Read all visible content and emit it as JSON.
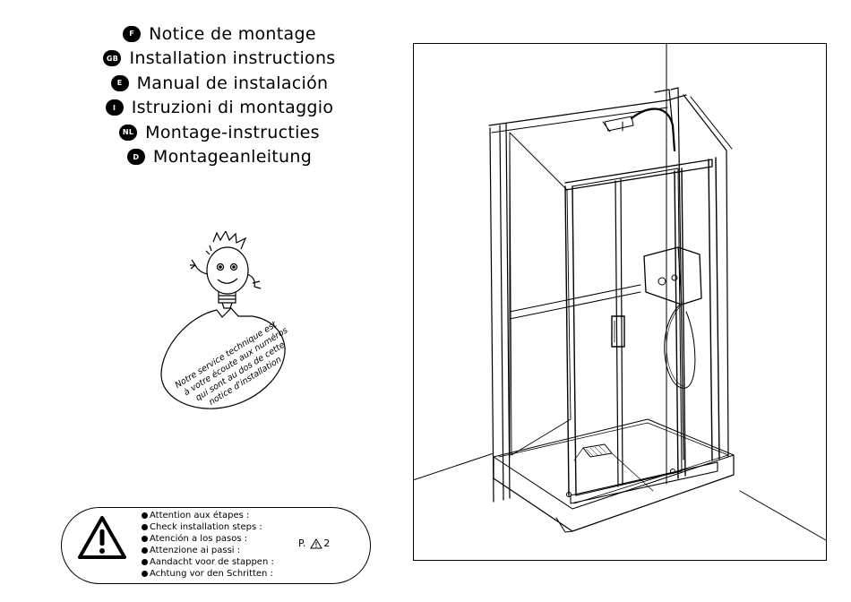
{
  "titles": [
    {
      "code": "F",
      "text": "Notice de montage"
    },
    {
      "code": "GB",
      "text": "Installation instructions"
    },
    {
      "code": "E",
      "text": "Manual de instalación"
    },
    {
      "code": "I",
      "text": "Istruzioni di montaggio"
    },
    {
      "code": "NL",
      "text": "Montage-instructies"
    },
    {
      "code": "D",
      "text": "Montageanleitung"
    }
  ],
  "mascot_bubble": {
    "lines": [
      "Notre service technique est",
      "à votre écoute aux numéros",
      "qui sont au dos de cette",
      "notice d'installation"
    ]
  },
  "attention": {
    "lines": [
      "Attention aux étapes :",
      "Check installation steps :",
      "Atención a los pasos :",
      "Attenzione ai passi :",
      "Aandacht voor de stappen :",
      "Achtung vor den Schritten :"
    ],
    "page_prefix": "P.",
    "page_number": "2"
  }
}
